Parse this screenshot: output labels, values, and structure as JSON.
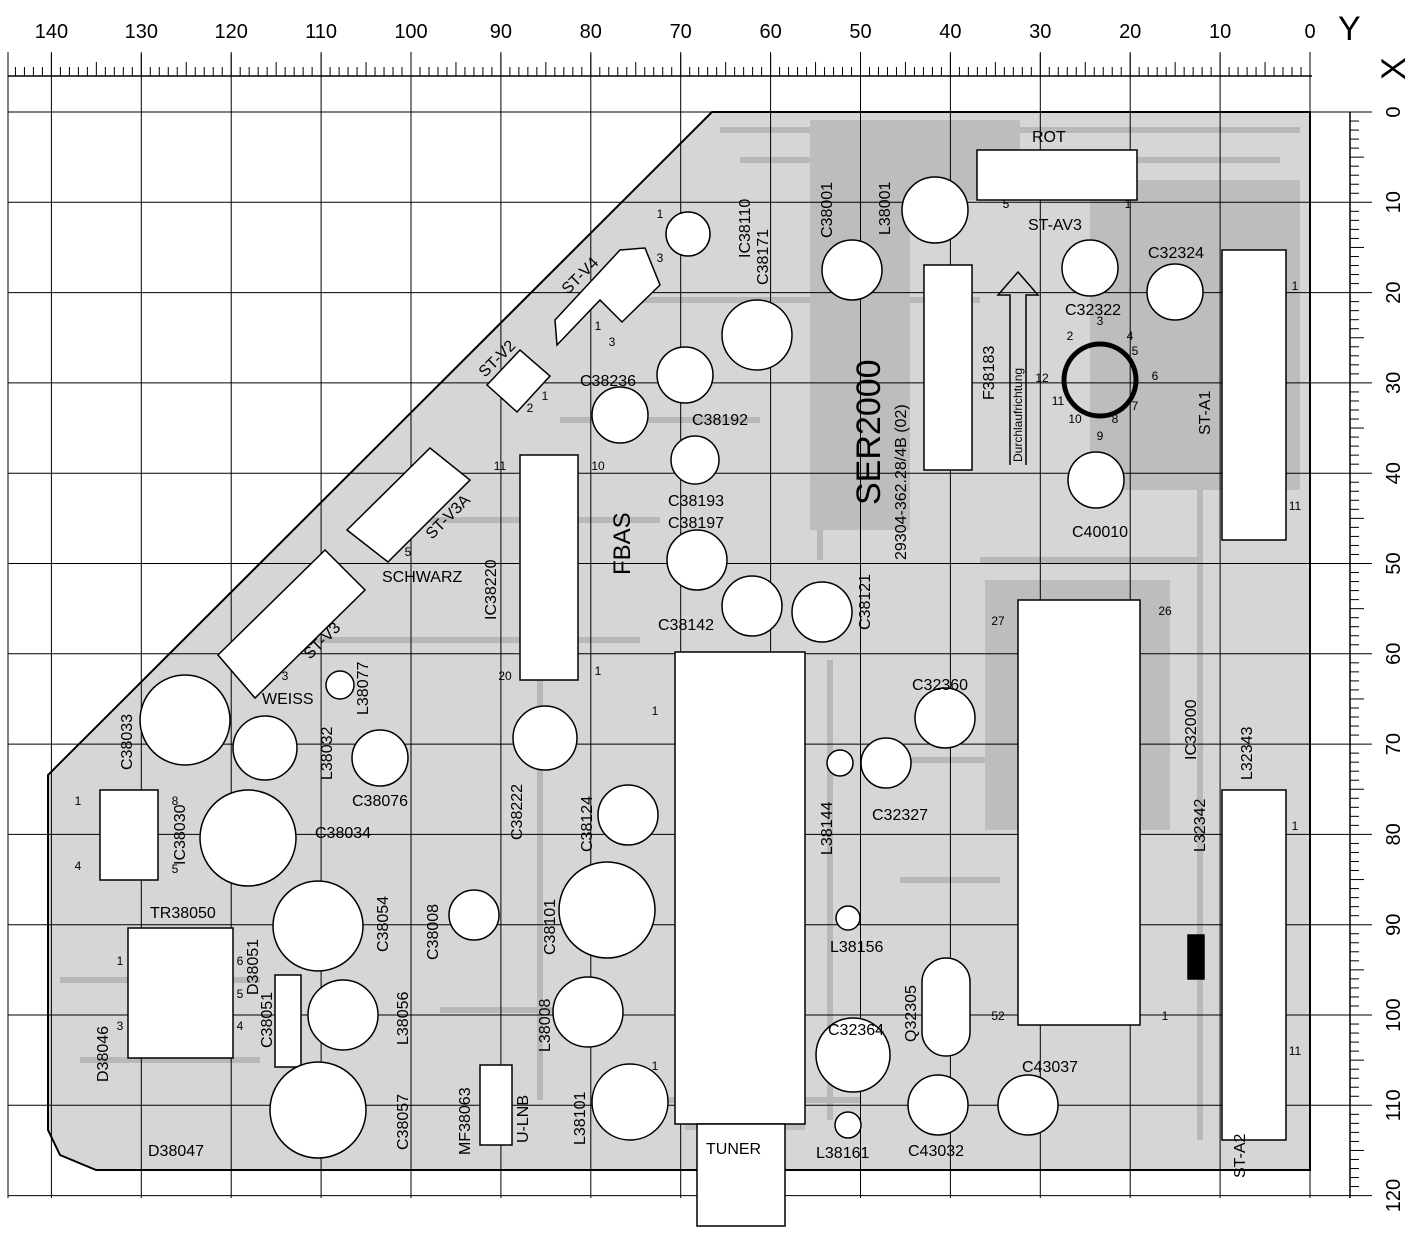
{
  "axes": {
    "y_axis_letter": "Y",
    "x_axis_letter": "X",
    "top_ticks": [
      "140",
      "130",
      "120",
      "110",
      "100",
      "90",
      "80",
      "70",
      "60",
      "50",
      "40",
      "30",
      "20",
      "10",
      "0"
    ],
    "right_ticks": [
      "0",
      "10",
      "20",
      "30",
      "40",
      "50",
      "60",
      "70",
      "80",
      "90",
      "100",
      "110",
      "120"
    ]
  },
  "board": {
    "title": "SER2000",
    "part_number": "29304-362.28/4B (02)",
    "flow_label": "Durchlaufrichtung"
  },
  "components": [
    {
      "id": "rot",
      "text": "ROT"
    },
    {
      "id": "st-av3",
      "text": "ST-AV3"
    },
    {
      "id": "c38001",
      "text": "C38001"
    },
    {
      "id": "l38001",
      "text": "L38001"
    },
    {
      "id": "c32324",
      "text": "C32324"
    },
    {
      "id": "c32322",
      "text": "C32322"
    },
    {
      "id": "ic38110",
      "text": "IC38110"
    },
    {
      "id": "c38171",
      "text": "C38171"
    },
    {
      "id": "st-v4",
      "text": "ST-V4"
    },
    {
      "id": "st-v2",
      "text": "ST-V2"
    },
    {
      "id": "c38236",
      "text": "C38236"
    },
    {
      "id": "c38192",
      "text": "C38192"
    },
    {
      "id": "f38183",
      "text": "F38183"
    },
    {
      "id": "st-a1",
      "text": "ST-A1"
    },
    {
      "id": "c38193",
      "text": "C38193"
    },
    {
      "id": "c38197",
      "text": "C38197"
    },
    {
      "id": "c40010",
      "text": "C40010"
    },
    {
      "id": "st-v3a",
      "text": "ST-V3A"
    },
    {
      "id": "fbas",
      "text": "FBAS"
    },
    {
      "id": "schwarz",
      "text": "SCHWARZ"
    },
    {
      "id": "ic38220",
      "text": "IC38220"
    },
    {
      "id": "c38142",
      "text": "C38142"
    },
    {
      "id": "c38121",
      "text": "C38121"
    },
    {
      "id": "st-v3",
      "text": "ST-V3"
    },
    {
      "id": "l38077",
      "text": "L38077"
    },
    {
      "id": "weiss",
      "text": "WEISS"
    },
    {
      "id": "c32360",
      "text": "C32360"
    },
    {
      "id": "ic32000",
      "text": "IC32000"
    },
    {
      "id": "l32343",
      "text": "L32343"
    },
    {
      "id": "c38033",
      "text": "C38033"
    },
    {
      "id": "l38032",
      "text": "L38032"
    },
    {
      "id": "c38222",
      "text": "C38222"
    },
    {
      "id": "c38076",
      "text": "C38076"
    },
    {
      "id": "ic38030",
      "text": "IC38030"
    },
    {
      "id": "c38034",
      "text": "C38034"
    },
    {
      "id": "c38124",
      "text": "C38124"
    },
    {
      "id": "l38144",
      "text": "L38144"
    },
    {
      "id": "c32327",
      "text": "C32327"
    },
    {
      "id": "l32342",
      "text": "L32342"
    },
    {
      "id": "c38054",
      "text": "C38054"
    },
    {
      "id": "c38008",
      "text": "C38008"
    },
    {
      "id": "c38101",
      "text": "C38101"
    },
    {
      "id": "tr38050",
      "text": "TR38050"
    },
    {
      "id": "d38051",
      "text": "D38051"
    },
    {
      "id": "l38156",
      "text": "L38156"
    },
    {
      "id": "c38051",
      "text": "C38051"
    },
    {
      "id": "l38056",
      "text": "L38056"
    },
    {
      "id": "l38008",
      "text": "L38008"
    },
    {
      "id": "c32364",
      "text": "C32364"
    },
    {
      "id": "q32305",
      "text": "Q32305"
    },
    {
      "id": "d38046",
      "text": "D38046"
    },
    {
      "id": "mf38063",
      "text": "MF38063"
    },
    {
      "id": "c43037",
      "text": "C43037"
    },
    {
      "id": "l38101",
      "text": "L38101"
    },
    {
      "id": "c38057",
      "text": "C38057"
    },
    {
      "id": "c43032",
      "text": "C43032"
    },
    {
      "id": "u-lnb",
      "text": "U-LNB"
    },
    {
      "id": "st-a2",
      "text": "ST-A2"
    },
    {
      "id": "d38047",
      "text": "D38047"
    },
    {
      "id": "tuner",
      "text": "TUNER"
    },
    {
      "id": "l38161",
      "text": "L38161"
    }
  ],
  "pins": [
    "1",
    "2",
    "3",
    "4",
    "5",
    "6",
    "7",
    "8",
    "9",
    "10",
    "11",
    "12",
    "20",
    "26",
    "27",
    "52"
  ]
}
